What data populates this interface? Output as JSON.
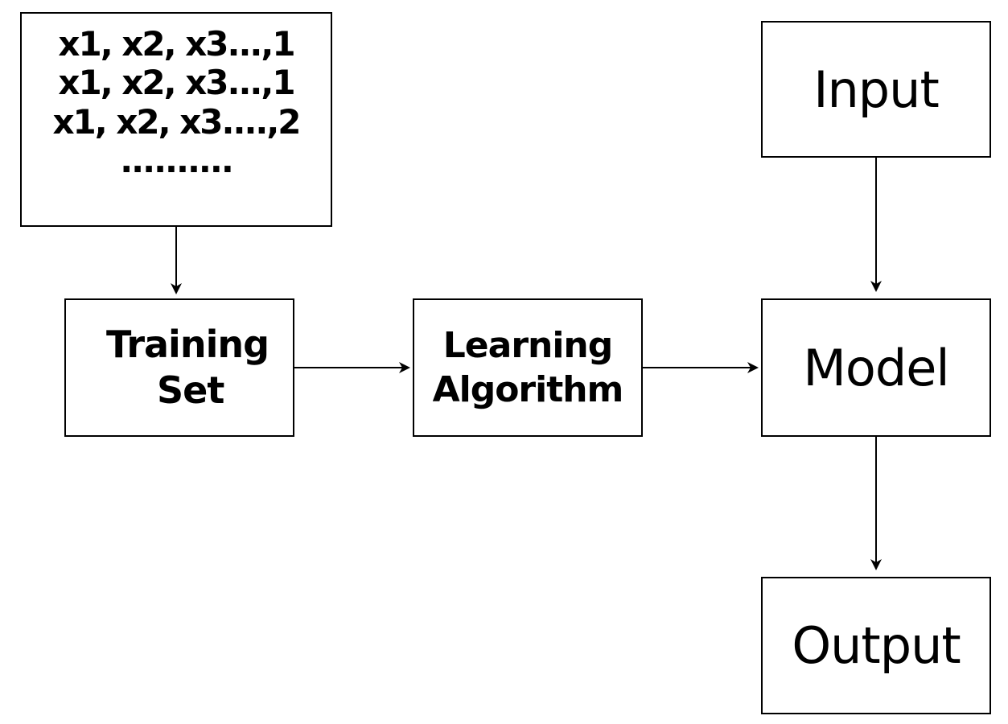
{
  "diagram": {
    "data_box": {
      "lines": [
        "x1, x2, x3...,1",
        "x1, x2, x3...,1",
        "x1, x2, x3....,2",
        ".........."
      ]
    },
    "training_box": {
      "lines": [
        "Training",
        "Set"
      ]
    },
    "learning_box": {
      "lines": [
        "Learning",
        "Algorithm"
      ]
    },
    "input_box": {
      "label": "Input"
    },
    "model_box": {
      "label": "Model"
    },
    "output_box": {
      "label": "Output"
    },
    "colors": {
      "stroke": "#000000",
      "background": "#ffffff"
    }
  }
}
